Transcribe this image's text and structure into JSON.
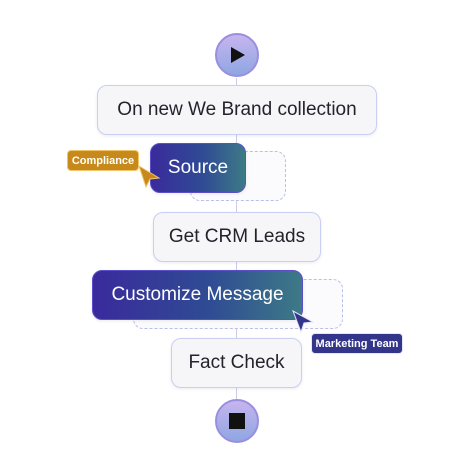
{
  "flow": {
    "start_icon": "play-icon",
    "end_icon": "stop-icon",
    "steps": [
      {
        "label": "On new We Brand collection"
      },
      {
        "label": "Source"
      },
      {
        "label": "Get CRM Leads"
      },
      {
        "label": "Customize Message"
      },
      {
        "label": "Fact Check"
      }
    ]
  },
  "collaborators": [
    {
      "name": "Compliance",
      "color": "#c78a1a"
    },
    {
      "name": "Marketing Team",
      "color": "#33358a"
    }
  ],
  "colors": {
    "accent_gradient_start": "#3a2a9c",
    "accent_gradient_end": "#3d7a86",
    "node_border": "#c9cff3"
  }
}
